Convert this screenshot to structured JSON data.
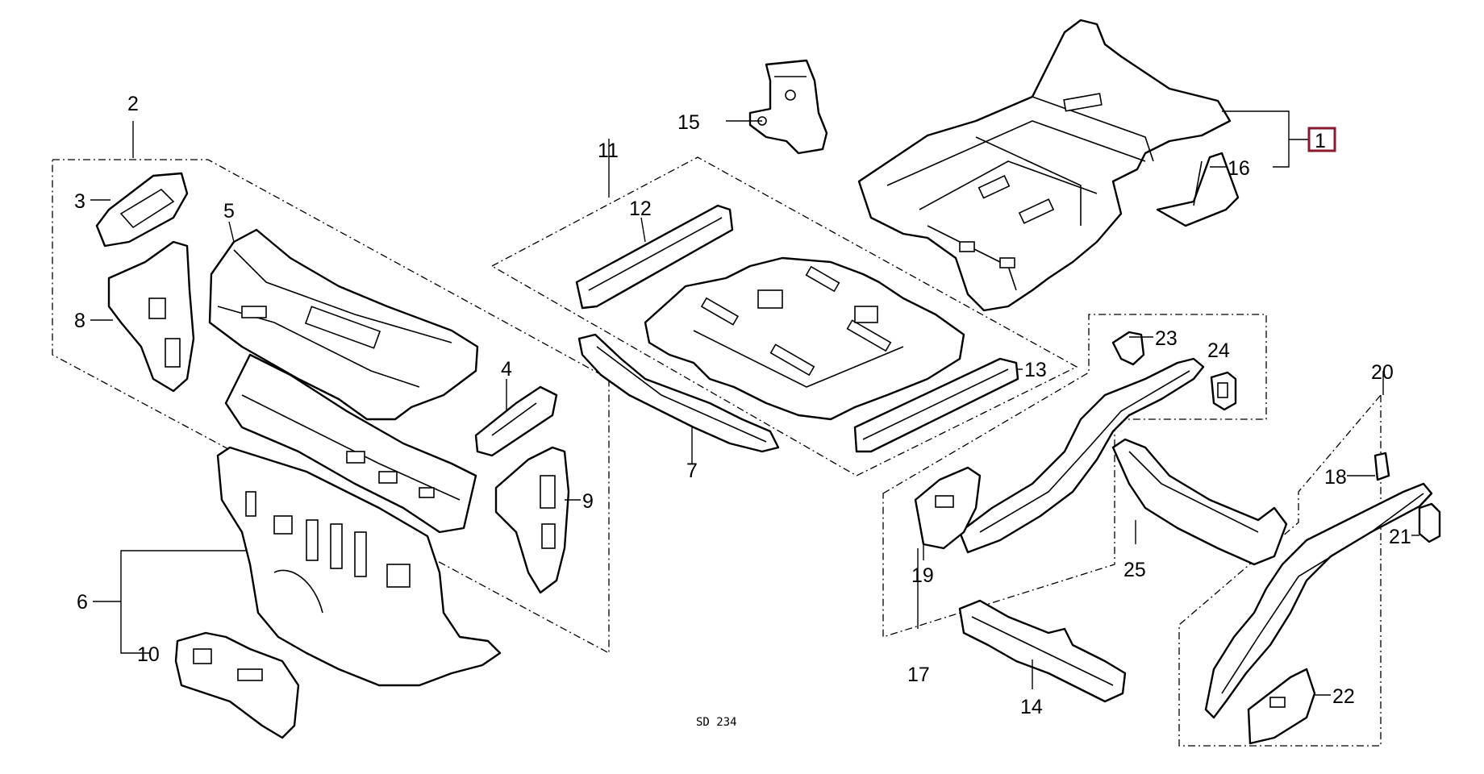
{
  "diagram_code": "SD 234",
  "selected_part": "1",
  "colors": {
    "line": "#000000",
    "background": "#ffffff",
    "highlight": "#8b1a2e"
  },
  "labels": {
    "p1": "1",
    "p2": "2",
    "p3": "3",
    "p4": "4",
    "p5": "5",
    "p6": "6",
    "p7": "7",
    "p8": "8",
    "p9": "9",
    "p10": "10",
    "p11": "11",
    "p12": "12",
    "p13": "13",
    "p14": "14",
    "p15": "15",
    "p16": "16",
    "p17": "17",
    "p18": "18",
    "p19": "19",
    "p20": "20",
    "p21": "21",
    "p22": "22",
    "p23": "23",
    "p24": "24",
    "p25": "25"
  }
}
